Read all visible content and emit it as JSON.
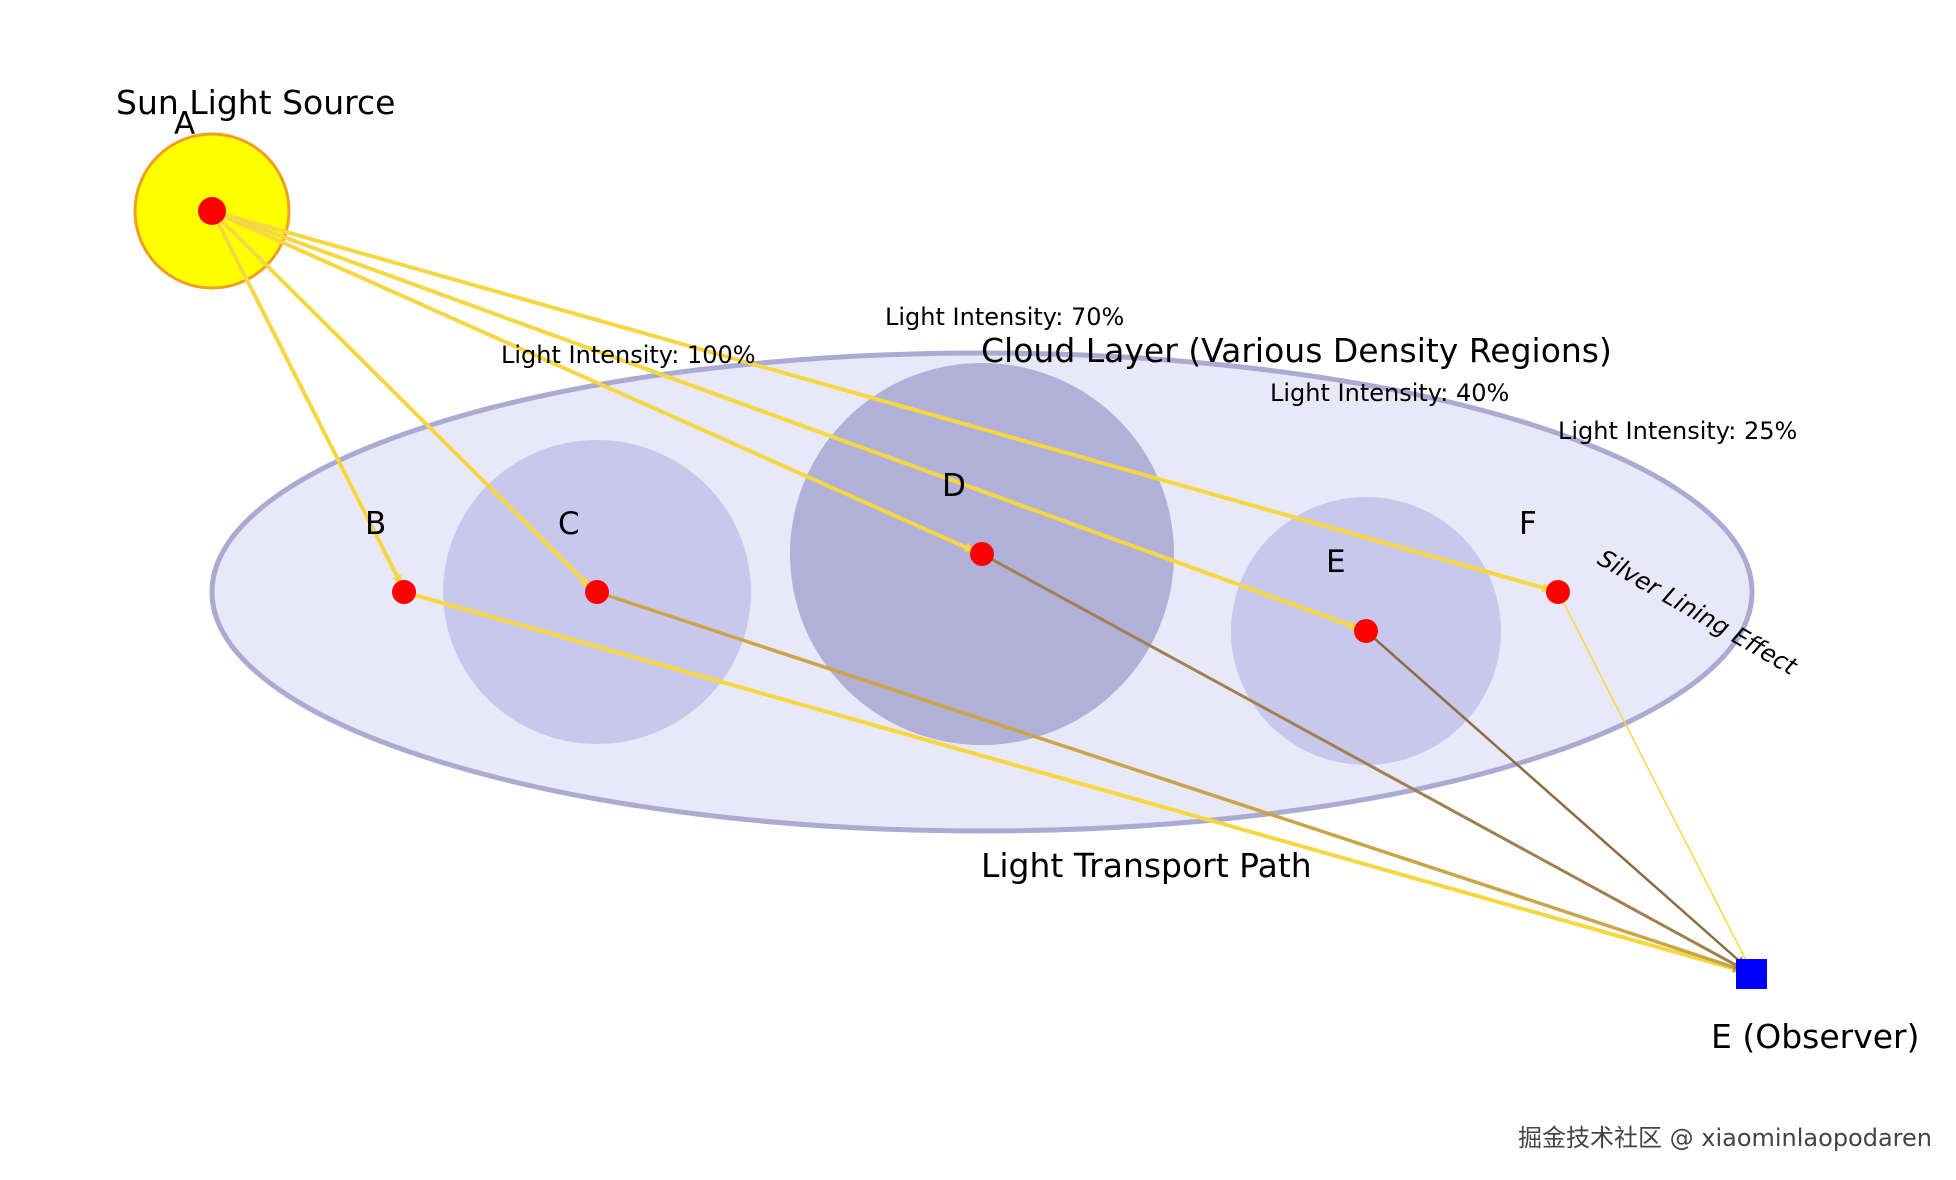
{
  "labels": {
    "sun_title": "Sun Light Source",
    "cloud_title": "Cloud Layer (Various Density Regions)",
    "path_title": "Light Transport Path",
    "observer": "E (Observer)",
    "silver_lining": "Silver Lining Effect",
    "intensity_100": "Light Intensity: 100%",
    "intensity_70": "Light Intensity: 70%",
    "intensity_40": "Light Intensity: 40%",
    "intensity_25": "Light Intensity: 25%",
    "watermark": "掘金技术社区 @ xiaominlaopodaren"
  },
  "points": {
    "A": "A",
    "B": "B",
    "C": "C",
    "D": "D",
    "E": "E",
    "F": "F"
  },
  "colors": {
    "sun_fill": "#ffff00",
    "sun_stroke": "#f0a020",
    "node": "#ff0000",
    "observer": "#0000ff",
    "cloud_base": "#e8e8f8",
    "cloud_outline": "#aaaad2",
    "cloud_light": "#c8c8ec",
    "cloud_dense": "#b0b0d8",
    "ray_bright": "#f5d742",
    "ray_medium": "#c8a648",
    "ray_dim": "#a08050",
    "ray_dark": "#8c6c46"
  }
}
